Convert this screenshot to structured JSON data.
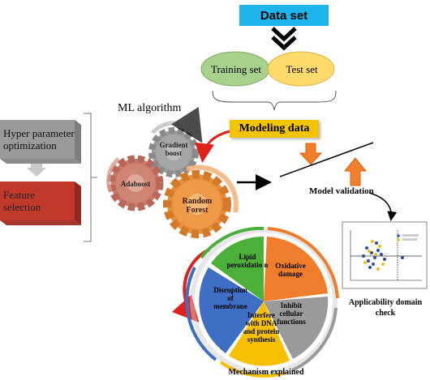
{
  "top": {
    "dataset_label": "Data set",
    "training_label": "Training set",
    "test_label": "Test set",
    "modeling_label": "Modeling data"
  },
  "left": {
    "hyperparam_label": "Hyper parameter optimization",
    "feature_label": "Feature selection"
  },
  "ml": {
    "title": "ML algorithm",
    "algorithms": [
      "Gradient boost",
      "Adaboost",
      "Random Forest"
    ]
  },
  "validation": {
    "label": "Model validation",
    "applicability_label": "Applicability domain check"
  },
  "mechanism": {
    "title": "Mechanism explained",
    "segments": [
      {
        "label": "Lipid peroxidatio n",
        "color": "#4caf3a"
      },
      {
        "label": "Oxidative damage",
        "color": "#ef7d2b"
      },
      {
        "label": "Inhibit cellular functions",
        "color": "#9a9a9a"
      },
      {
        "label": "Interfere with DNA and protein synthesis",
        "color": "#f6c000"
      },
      {
        "label": "Disruption of membrane",
        "color": "#3f6fc4"
      }
    ]
  },
  "colors": {
    "dataset": "#1fb4ea",
    "training": "#a9d18e",
    "test": "#ffd966",
    "modeling": "#f5c400",
    "hyperparam": "#9a9a9a",
    "feature": "#c0392b",
    "arrow_red": "#e0211b",
    "arrow_orange": "#f07f2a"
  }
}
